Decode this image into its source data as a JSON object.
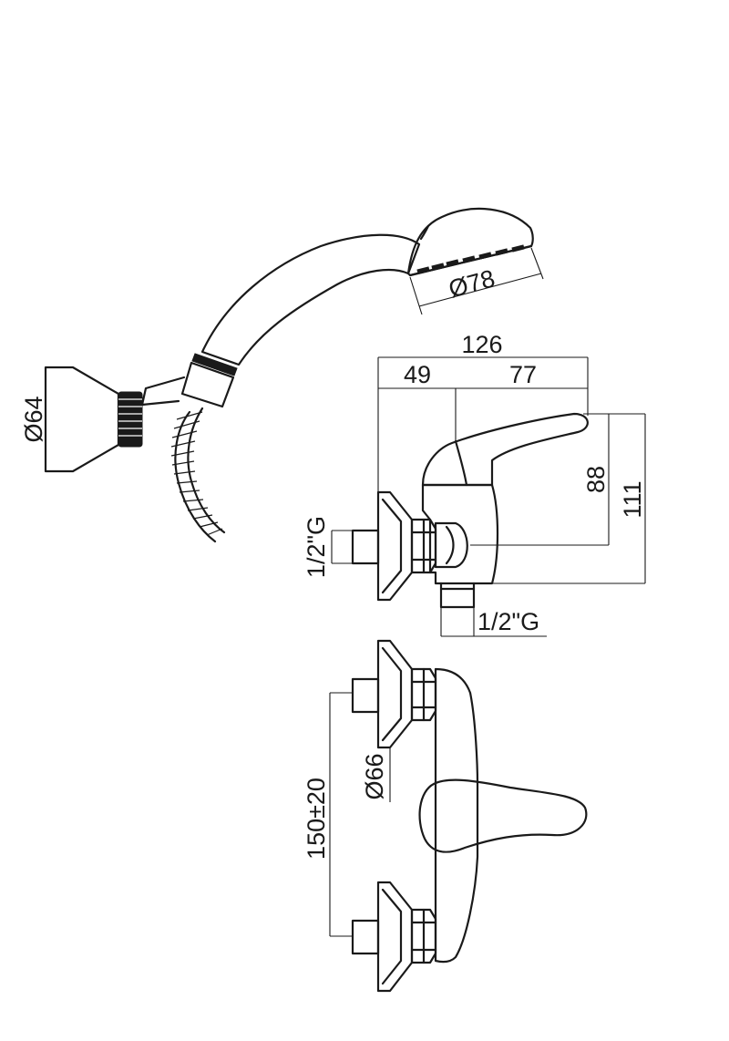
{
  "dimensions": {
    "handshower_head_diameter": "Ø78",
    "holder_diameter": "Ø64",
    "total_depth": "126",
    "depth_to_axis": "49",
    "lever_length": "77",
    "height_to_outlet": "88",
    "total_height": "111",
    "inlet_thread": "1/2\"G",
    "outlet_thread": "1/2\"G",
    "flange_diameter": "Ø66",
    "centre_distance": "150±20"
  },
  "colors": {
    "line": "#1a1a1a",
    "background": "#ffffff"
  }
}
